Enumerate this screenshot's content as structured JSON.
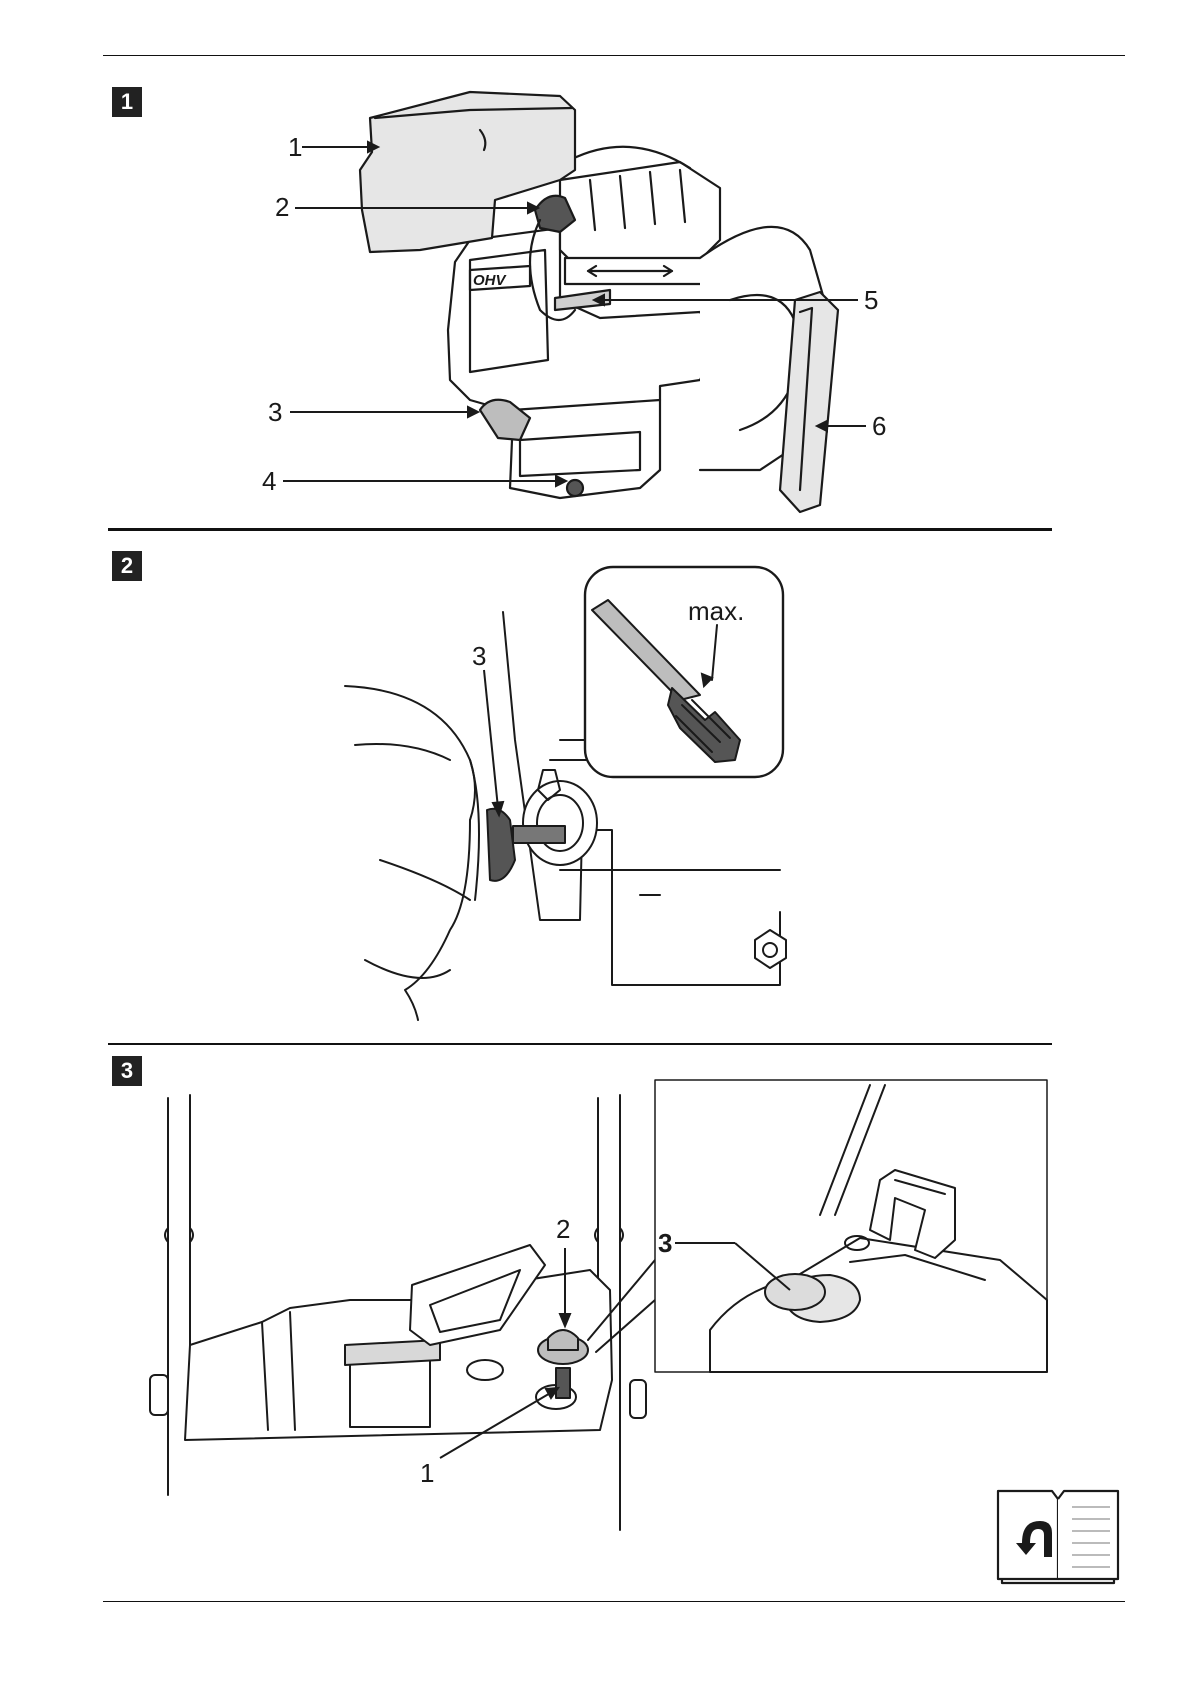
{
  "figures": [
    {
      "number": "1",
      "callouts": [
        "1",
        "2",
        "3",
        "4",
        "5",
        "6"
      ],
      "engine_badge": "OHV"
    },
    {
      "number": "2",
      "callouts": [
        "3"
      ],
      "inset_label": "max."
    },
    {
      "number": "3",
      "callouts": [
        "1",
        "2"
      ],
      "inset_callout": "3"
    }
  ],
  "icons": {
    "manual": "read-manual-book-icon"
  },
  "colors": {
    "ink": "#1a1a1a",
    "fill_light": "#e6e6e6",
    "fill_mid": "#bdbdbd",
    "fill_dark": "#555555"
  }
}
